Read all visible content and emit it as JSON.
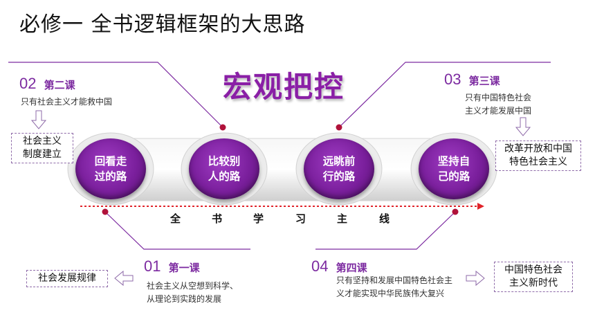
{
  "title": "必修一 全书逻辑框架的大思路",
  "headline": "宏观把控",
  "main_line": [
    "全",
    "书",
    "学",
    "习",
    "主",
    "线"
  ],
  "stages": [
    {
      "line1": "回看走",
      "line2": "过的路"
    },
    {
      "line1": "比较别",
      "line2": "人的路"
    },
    {
      "line1": "远眺前",
      "line2": "行的路"
    },
    {
      "line1": "坚持自",
      "line2": "己的路"
    }
  ],
  "lessons": {
    "l1": {
      "num": "01",
      "name": "第一课",
      "desc1": "社会主义从空想到科学、",
      "desc2": "从理论到实践的发展",
      "box": "社会发展规律"
    },
    "l2": {
      "num": "02",
      "name": "第二课",
      "desc1": "只有社会主义才能救中国",
      "box1": "社会主义",
      "box2": "制度建立"
    },
    "l3": {
      "num": "03",
      "name": "第三课",
      "desc1": "只有中国特色社会",
      "desc2": "主义才能发展中国",
      "box1": "改革开放和中国",
      "box2": "特色社会主义"
    },
    "l4": {
      "num": "04",
      "name": "第四课",
      "desc1": "只有坚持和发展中国特色社会主",
      "desc2": "义才能实现中华民族伟大复兴",
      "box1": "中国特色社会",
      "box2": "主义新时代"
    }
  },
  "colors": {
    "accent": "#7c2aa0",
    "ball": "#8a2aaa",
    "arrow": "#e0232a",
    "dot": "#b0123a"
  }
}
